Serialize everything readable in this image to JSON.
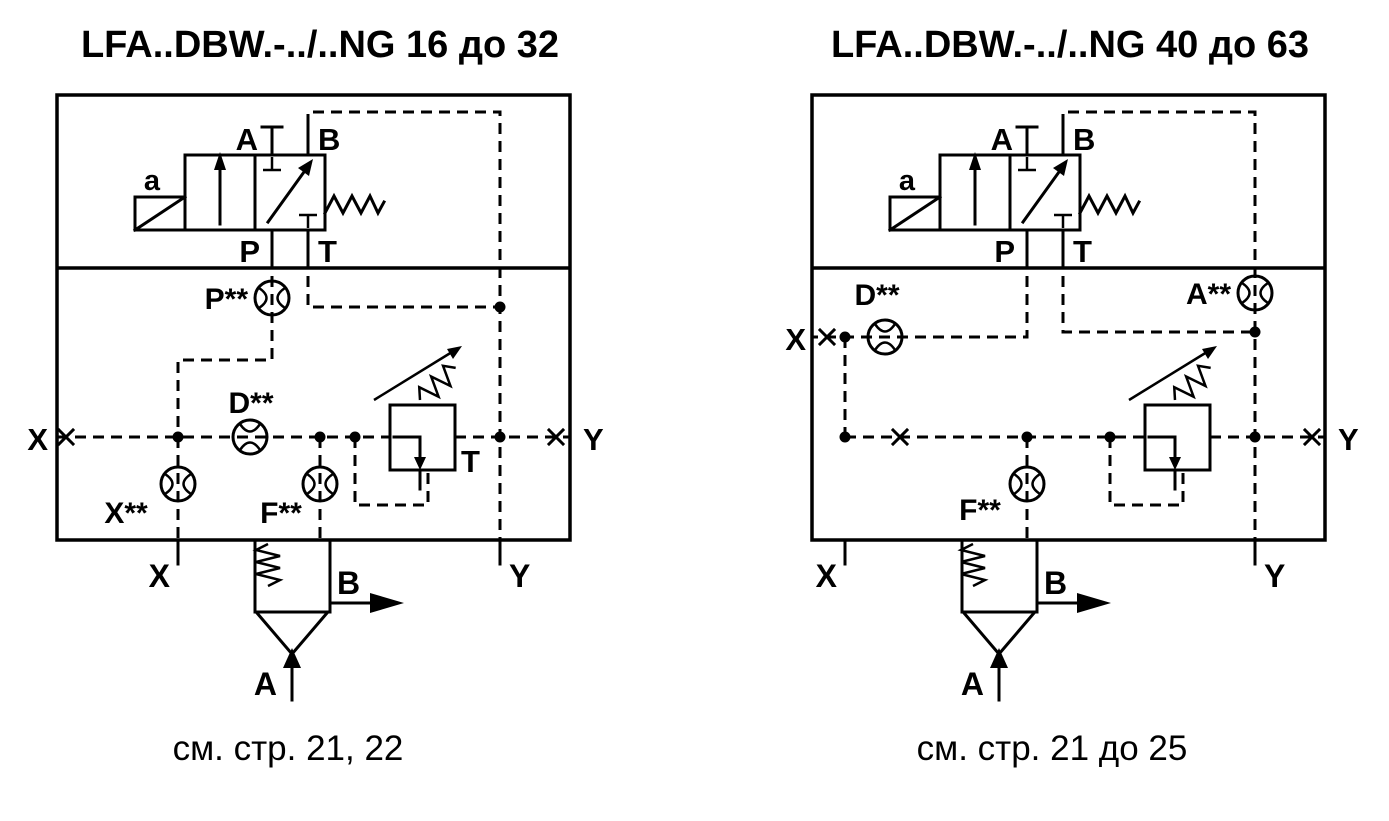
{
  "left": {
    "title": "LFA..DBW.-../..NG 16 до 32",
    "caption": "см. стр. 21, 22",
    "solenoid": "a",
    "ports": {
      "a": "A",
      "b": "B",
      "p": "P",
      "t": "T"
    },
    "orifices": {
      "p": "P**",
      "d": "D**",
      "x": "X**",
      "f": "F**"
    },
    "relief_outlet": "T",
    "external": {
      "x_side": "X",
      "y_side": "Y",
      "x_bottom": "X",
      "y_bottom": "Y"
    },
    "check": {
      "b": "B",
      "a": "A"
    }
  },
  "right": {
    "title": "LFA..DBW.-../..NG 40 до 63",
    "caption": "см. стр. 21 до 25",
    "solenoid": "a",
    "ports": {
      "a": "A",
      "b": "B",
      "p": "P",
      "t": "T"
    },
    "orifices": {
      "d": "D**",
      "a": "A**",
      "f": "F**"
    },
    "external": {
      "x_side": "X",
      "y_side": "Y",
      "x_bottom": "X",
      "y_bottom": "Y"
    },
    "check": {
      "b": "B",
      "a": "A"
    }
  }
}
